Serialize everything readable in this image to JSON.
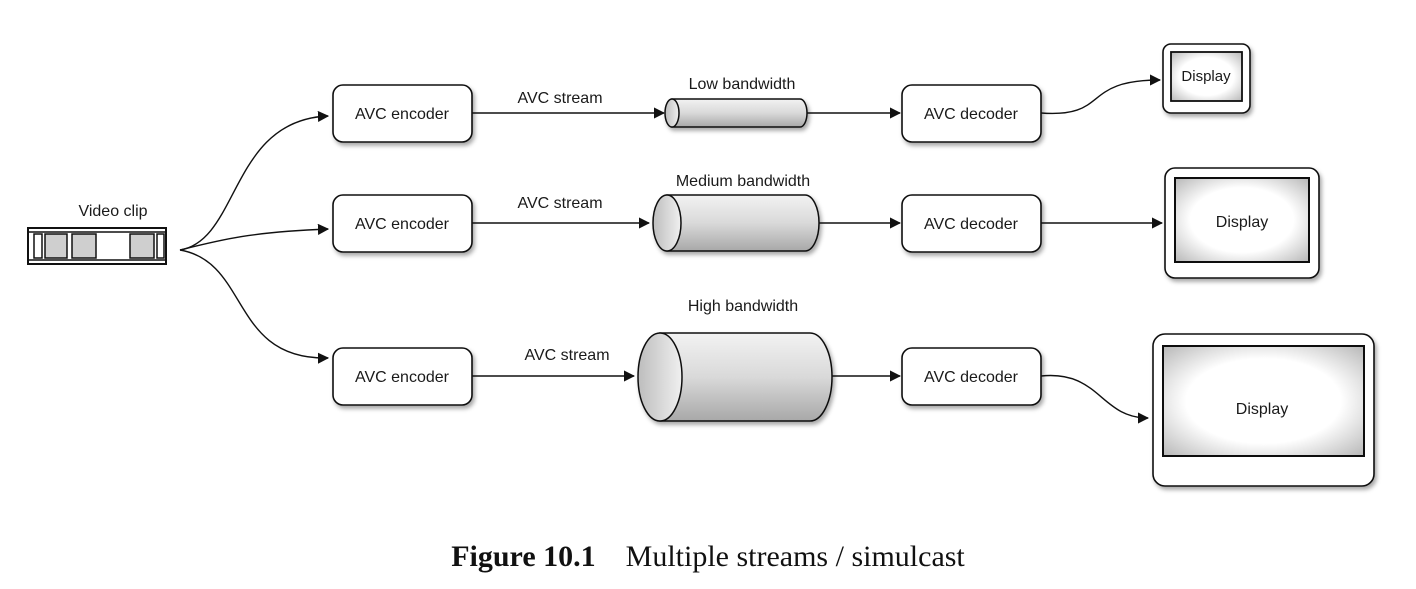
{
  "diagram": {
    "source_label": "Video clip",
    "rows": [
      {
        "encoder": "AVC encoder",
        "stream": "AVC stream",
        "channel": "Low bandwidth",
        "decoder": "AVC decoder",
        "display": "Display"
      },
      {
        "encoder": "AVC encoder",
        "stream": "AVC stream",
        "channel": "Medium bandwidth",
        "decoder": "AVC decoder",
        "display": "Display"
      },
      {
        "encoder": "AVC encoder",
        "stream": "AVC stream",
        "channel": "High bandwidth",
        "decoder": "AVC decoder",
        "display": "Display"
      }
    ]
  },
  "caption": {
    "number": "Figure 10.1",
    "text": "Multiple streams / simulcast"
  }
}
